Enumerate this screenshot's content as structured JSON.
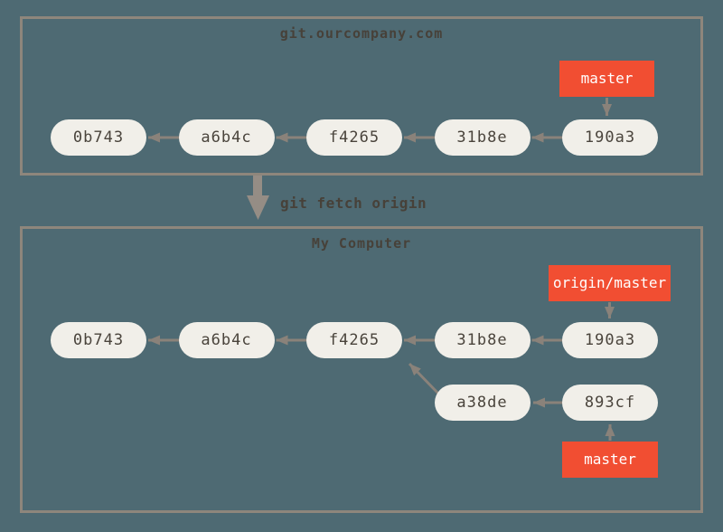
{
  "server": {
    "title": "git.ourcompany.com",
    "branch_label": "master",
    "commits": [
      "0b743",
      "a6b4c",
      "f4265",
      "31b8e",
      "190a3"
    ]
  },
  "fetch": {
    "command": "git fetch origin"
  },
  "local": {
    "title": "My Computer",
    "remote_branch_label": "origin/master",
    "branch_label": "master",
    "main_line": [
      "0b743",
      "a6b4c",
      "f4265",
      "31b8e",
      "190a3"
    ],
    "branch_line": [
      "a38de",
      "893cf"
    ]
  },
  "colors": {
    "background": "#4e6a73",
    "box_border": "#8e867c",
    "node_fill": "#f1efe9",
    "node_text": "#4a443c",
    "branch_bg": "#f14e32",
    "branch_text": "#ffffff",
    "arrow": "#8a827a",
    "fetch_arrow": "#958d85",
    "title_text": "#474139"
  }
}
